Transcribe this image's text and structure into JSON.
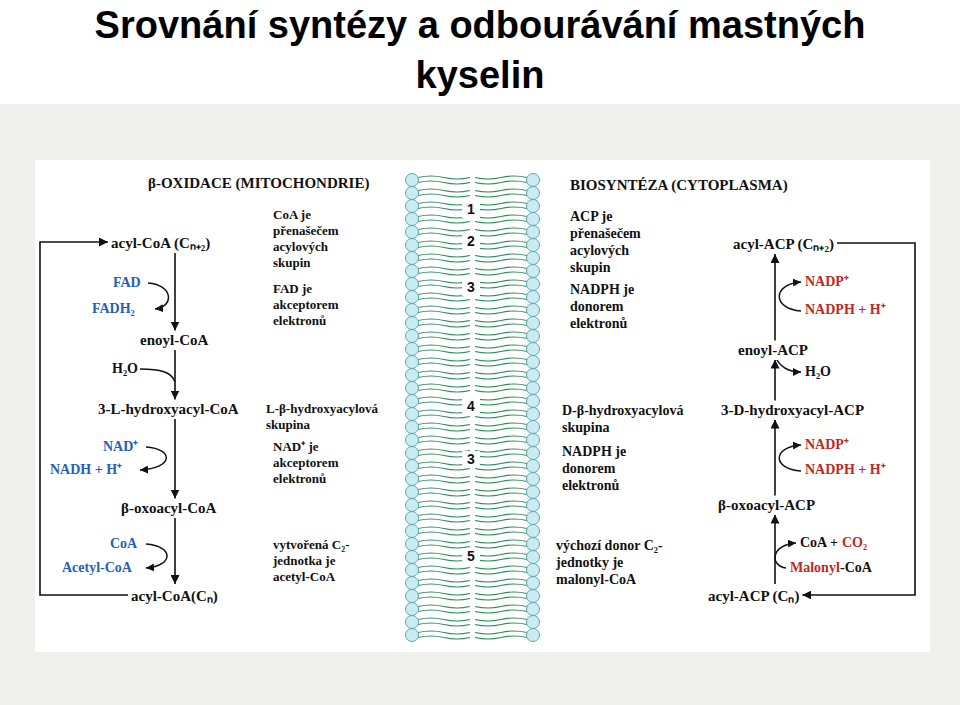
{
  "diagram": {
    "title": "Srovnání syntézy a odbourávání mastných kyselin",
    "nodes": [
      {
        "text": [
          "acyl-CoA (Cₙ₊₂)"
        ]
      },
      {
        "text": [
          "enoyl-CoA"
        ]
      },
      {
        "text": [
          "3-L-hydroxyacyl-CoA"
        ]
      },
      {
        "text": [
          "β-oxoacyl-CoA"
        ]
      },
      {
        "text": [
          "acyl-CoA(Cₙ)"
        ]
      },
      {
        "text": [
          "acyl-ACP (Cₙ₊₂)"
        ]
      },
      {
        "text": [
          "enoyl-ACP"
        ]
      },
      {
        "text": [
          "3-D-hydroxyacyl-ACP"
        ]
      },
      {
        "text": [
          "β-oxoacyl-ACP"
        ]
      },
      {
        "text": [
          "acyl-ACP (Cₙ)"
        ]
      }
    ],
    "edges": [
      {
        "from": 0,
        "to": 1,
        "arrow": "to"
      },
      {
        "from": 1,
        "to": 2,
        "arrow": "to"
      },
      {
        "from": 2,
        "to": 3,
        "arrow": "to"
      },
      {
        "from": 3,
        "to": 4,
        "arrow": "to"
      },
      {
        "from": 4,
        "to": 0,
        "arrow": "to"
      },
      {
        "from": 9,
        "to": 8,
        "arrow": "to"
      },
      {
        "from": 8,
        "to": 7,
        "arrow": "to"
      },
      {
        "from": 7,
        "to": 6,
        "arrow": "to"
      },
      {
        "from": 6,
        "to": 5,
        "arrow": "to"
      },
      {
        "from": 5,
        "to": 9,
        "arrow": "to"
      }
    ],
    "labels": [
      "β-OXIDACE (MITOCHONDRIE)",
      "BIOSYNTÉZA (CYTOPLASMA)",
      "FAD",
      "FADH₂",
      "H₂O",
      "NAD⁺",
      "NADH + H⁺",
      "CoA",
      "Acetyl-CoA",
      "CoA je přenašečem acylových skupin",
      "FAD je akceptorem elektronů",
      "L-β-hydroxyacylová skupina",
      "NAD⁺ je akceptorem elektronů",
      "vytvořená C₂-jednotka je acetyl-CoA",
      "1",
      "2",
      "3",
      "4",
      "3",
      "5",
      "ACP je přenašečem acylových skupin",
      "NADPH je donorem elektronů",
      "D-β-hydroxyacylová skupina",
      "NADPH je donorem elektronů",
      "výchozí donor C₂-jednotky je malonyl-CoA",
      "NADP⁺",
      "NADPH + H⁺",
      "H₂O",
      "NADP⁺",
      "NADPH + H⁺",
      "CoA +",
      "CO₂",
      "Malonyl",
      "-CoA"
    ]
  }
}
